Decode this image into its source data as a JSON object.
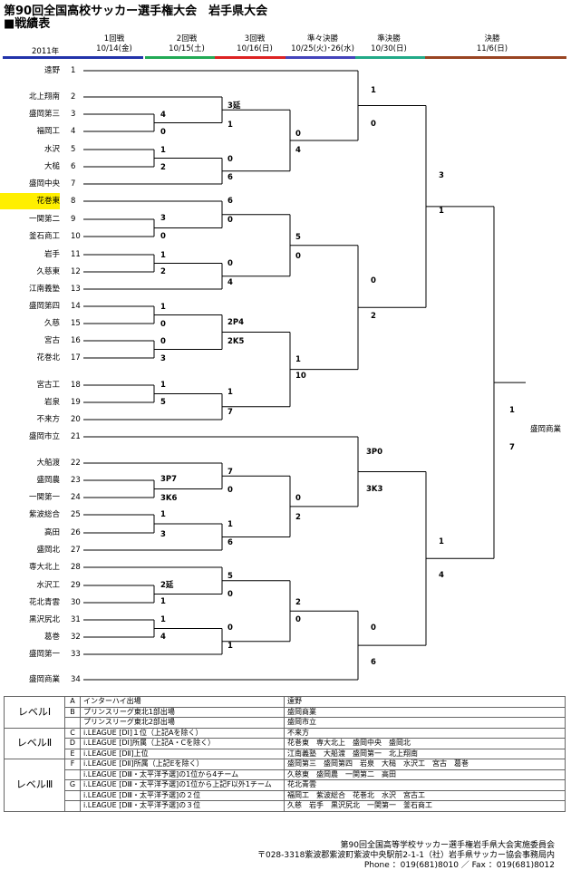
{
  "header": {
    "title": "第90回全国高校サッカー選手権大会　岩手県大会",
    "subtitle": "■戦績表",
    "year": "2011年"
  },
  "rounds": [
    {
      "name": "1回戦",
      "date": "10/14(金)"
    },
    {
      "name": "2回戦",
      "date": "10/15(土)"
    },
    {
      "name": "3回戦",
      "date": "10/16(日)"
    },
    {
      "name": "準々決勝",
      "date": "10/25(火)･26(水)"
    },
    {
      "name": "準決勝",
      "date": "10/30(日)"
    },
    {
      "name": "決勝",
      "date": "11/6(日)"
    }
  ],
  "round_colors": [
    "#2233aa",
    "#22aa55",
    "#dd2222",
    "#4444bb",
    "#22aa88",
    "#994422"
  ],
  "teams": [
    {
      "seed": "1",
      "name": "遠野"
    },
    {
      "seed": "2",
      "name": "北上翔南"
    },
    {
      "seed": "3",
      "name": "盛岡第三"
    },
    {
      "seed": "4",
      "name": "福岡工"
    },
    {
      "seed": "5",
      "name": "水沢"
    },
    {
      "seed": "6",
      "name": "大槌"
    },
    {
      "seed": "7",
      "name": "盛岡中央"
    },
    {
      "seed": "8",
      "name": "花巻東",
      "highlight": true
    },
    {
      "seed": "9",
      "name": "一関第二"
    },
    {
      "seed": "10",
      "name": "釜石商工"
    },
    {
      "seed": "11",
      "name": "岩手"
    },
    {
      "seed": "12",
      "name": "久慈東"
    },
    {
      "seed": "13",
      "name": "江南義塾"
    },
    {
      "seed": "14",
      "name": "盛岡第四"
    },
    {
      "seed": "15",
      "name": "久慈"
    },
    {
      "seed": "16",
      "name": "宮古"
    },
    {
      "seed": "17",
      "name": "花巻北"
    },
    {
      "seed": "18",
      "name": "宮古工"
    },
    {
      "seed": "19",
      "name": "岩泉"
    },
    {
      "seed": "20",
      "name": "不来方"
    },
    {
      "seed": "21",
      "name": "盛岡市立"
    },
    {
      "seed": "22",
      "name": "大船渡"
    },
    {
      "seed": "23",
      "name": "盛岡農"
    },
    {
      "seed": "24",
      "name": "一関第一"
    },
    {
      "seed": "25",
      "name": "紫波総合"
    },
    {
      "seed": "26",
      "name": "高田"
    },
    {
      "seed": "27",
      "name": "盛岡北"
    },
    {
      "seed": "28",
      "name": "専大北上"
    },
    {
      "seed": "29",
      "name": "水沢工"
    },
    {
      "seed": "30",
      "name": "花北青雲"
    },
    {
      "seed": "31",
      "name": "黒沢尻北"
    },
    {
      "seed": "32",
      "name": "葛巻"
    },
    {
      "seed": "33",
      "name": "盛岡第一"
    },
    {
      "seed": "34",
      "name": "盛岡商業"
    }
  ],
  "scores": [
    {
      "t": "4"
    },
    {
      "t": "0"
    },
    {
      "t": "1"
    },
    {
      "t": "2"
    },
    {
      "t": "3"
    },
    {
      "t": "0"
    },
    {
      "t": "1"
    },
    {
      "t": "2"
    },
    {
      "t": "1"
    },
    {
      "t": "0"
    },
    {
      "t": "0"
    },
    {
      "t": "3"
    },
    {
      "t": "1"
    },
    {
      "t": "5"
    },
    {
      "t": "3P7"
    },
    {
      "t": "3K6"
    },
    {
      "t": "1"
    },
    {
      "t": "3"
    },
    {
      "t": "2延"
    },
    {
      "t": "1"
    },
    {
      "t": "1"
    },
    {
      "t": "4"
    },
    {
      "t": "3延"
    },
    {
      "t": "1"
    },
    {
      "t": "0"
    },
    {
      "t": "6"
    },
    {
      "t": "6"
    },
    {
      "t": "0"
    },
    {
      "t": "0"
    },
    {
      "t": "4"
    },
    {
      "t": "2P4"
    },
    {
      "t": "2K5"
    },
    {
      "t": "1"
    },
    {
      "t": "7"
    },
    {
      "t": "7"
    },
    {
      "t": "0"
    },
    {
      "t": "1"
    },
    {
      "t": "6"
    },
    {
      "t": "5"
    },
    {
      "t": "0"
    },
    {
      "t": "0"
    },
    {
      "t": "1"
    },
    {
      "t": "0"
    },
    {
      "t": "4"
    },
    {
      "t": "5"
    },
    {
      "t": "0"
    },
    {
      "t": "1"
    },
    {
      "t": "10"
    },
    {
      "t": "0"
    },
    {
      "t": "2"
    },
    {
      "t": "2"
    },
    {
      "t": "0"
    },
    {
      "t": "1"
    },
    {
      "t": "0"
    },
    {
      "t": "0"
    },
    {
      "t": "2"
    },
    {
      "t": "3P0"
    },
    {
      "t": "3K3"
    },
    {
      "t": "0"
    },
    {
      "t": "6"
    },
    {
      "t": "3"
    },
    {
      "t": "1"
    },
    {
      "t": "1"
    },
    {
      "t": "4"
    },
    {
      "t": "1"
    },
    {
      "t": "7"
    }
  ],
  "champion": "盛岡商業",
  "levels": [
    {
      "level": "レベルⅠ",
      "rows": [
        {
          "cls": "A",
          "cond": "インターハイ出場",
          "teams": "遠野"
        },
        {
          "cls": "B",
          "cond": "プリンスリーグ東北1部出場",
          "teams": "盛岡商業"
        },
        {
          "cls": "",
          "cond": "プリンスリーグ東北2部出場",
          "teams": "盛岡市立"
        }
      ]
    },
    {
      "level": "レベルⅡ",
      "rows": [
        {
          "cls": "C",
          "cond": "i.LEAGUE [DⅠ]１位（上記Aを除く）",
          "teams": "不来方"
        },
        {
          "cls": "D",
          "cond": "i.LEAGUE [DⅠ]所属（上記A・Cを除く）",
          "teams": "花巻東　専大北上　盛岡中央　盛岡北"
        },
        {
          "cls": "E",
          "cond": "i.LEAGUE [DⅡ]上位",
          "teams": "江南義塾　大船渡　盛岡第一　北上翔南"
        }
      ]
    },
    {
      "level": "レベルⅢ",
      "rows": [
        {
          "cls": "F",
          "cond": "i.LEAGUE [DⅡ]所属（上記Eを除く）",
          "teams": "盛岡第三　盛岡第四　岩泉　大槌　水沢工　宮古　葛巻"
        },
        {
          "cls": "",
          "cond": "i.LEAGUE [DⅢ・太平洋予選]の1位から4チーム",
          "teams": "久慈東　盛岡農　一関第二　高田"
        },
        {
          "cls": "G",
          "cond": "i.LEAGUE [DⅢ・太平洋予選]の1位から上記F以外1チーム",
          "teams": "花北青雲"
        },
        {
          "cls": "",
          "cond": "i.LEAGUE [DⅢ・太平洋予選]の２位",
          "teams": "福岡工　紫波総合　花巻北　水沢　宮古工"
        },
        {
          "cls": "",
          "cond": "i.LEAGUE [DⅢ・太平洋予選]の３位",
          "teams": "久慈　岩手　黒沢尻北　一関第一　釜石商工"
        }
      ]
    }
  ],
  "footer": {
    "line1": "第90回全国高等学校サッカー選手権岩手県大会実施委員会",
    "line2": "〒028-3318紫波郡紫波町紫波中央駅前2-1-1（社）岩手県サッカー協会事務局内",
    "line3": "Phone ：019(681)8010 ／ Fax ：019(681)8012"
  }
}
